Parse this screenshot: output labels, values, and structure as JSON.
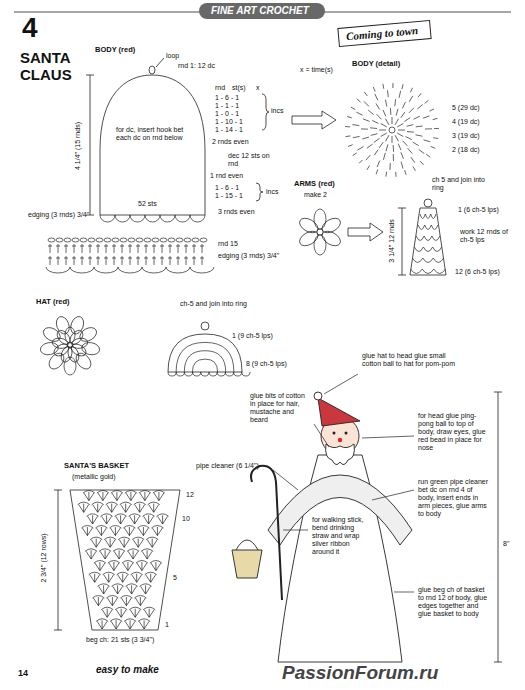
{
  "diagram": {
    "title": "SANTA CLAUS",
    "nodes": [
      {
        "text": [
          "FINE ART CROCHET"
        ]
      },
      {
        "text": [
          "Coming to town"
        ]
      }
    ],
    "labels": [
      "4",
      "BODY (red)",
      "loop",
      "rnd 1: 12 dc",
      "x = time(s)",
      "rnd",
      "st(s)",
      "x",
      "1 - 6 - 1",
      "1 - 1 - 1",
      "1 - 0 - 1",
      "1 - 10 - 1",
      "1 - 14 - 1",
      "incs",
      "2 rnds even",
      "for dc, insert hook bet each dc on rnd below",
      "dec 12 sts on rnd",
      "1 rnd even",
      "1 - 6 - 1",
      "1 - 15 - 1",
      "incs",
      "3 rnds even",
      "52 sts",
      "4 1/4\" (15 rnds)",
      "edging (3 rnds) 3/4\"",
      "rnd 15",
      "edging (3 rnds) 3/4\"",
      "BODY (detail)",
      "5 (29 dc)",
      "4 (19 dc)",
      "3 (19 dc)",
      "2 (18 dc)",
      "ARMS (red)",
      "make 2",
      "ch 5 and join into ring",
      "1 (6 ch-5 lps)",
      "work 12 rnds of ch-5 lps",
      "3 1/4\" 12 rnds",
      "12 (6 ch-5 lps)",
      "HAT (red)",
      "ch-5 and join into ring",
      "1 (9 ch-5 lps)",
      "8 (9 ch-5 lps)",
      "glue hat to head glue small cotton ball to hat for pom-pom",
      "glue bits of cotton in place for hair, mustache and beard",
      "for head glue ping-pong ball to top of body, draw eyes, glue red bead in place for nose",
      "pipe cleaner (6 1/4\")",
      "run green pipe cleaner bet dc on rnd 4 of body, insert ends in arm pieces, glue arms to body",
      "for walking stick, bend drinking straw and wrap silver ribbon around it",
      "8\"",
      "glue beg ch of basket to rnd 12 of body, glue edges together and glue basket to body",
      "SANTA'S BASKET",
      "(metallic gold)",
      "2 3/4\" (12 rows)",
      "12",
      "10",
      "5",
      "1",
      "beg ch: 21 sts (3 3/4\")",
      "14",
      "easy to make",
      "PassionForum.ru"
    ]
  }
}
